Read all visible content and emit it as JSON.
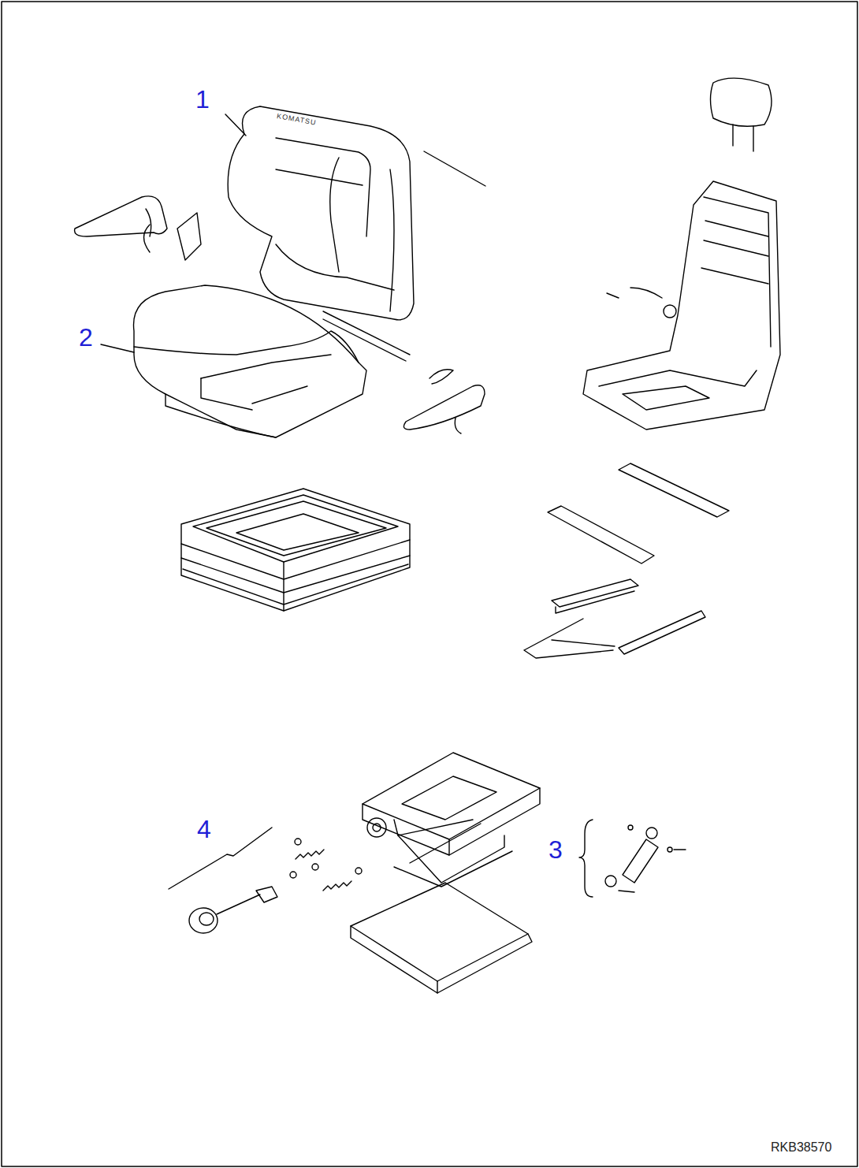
{
  "diagram": {
    "labels": [
      "1",
      "KOMATSU",
      "2",
      "4",
      "3",
      "RKB38570"
    ]
  }
}
